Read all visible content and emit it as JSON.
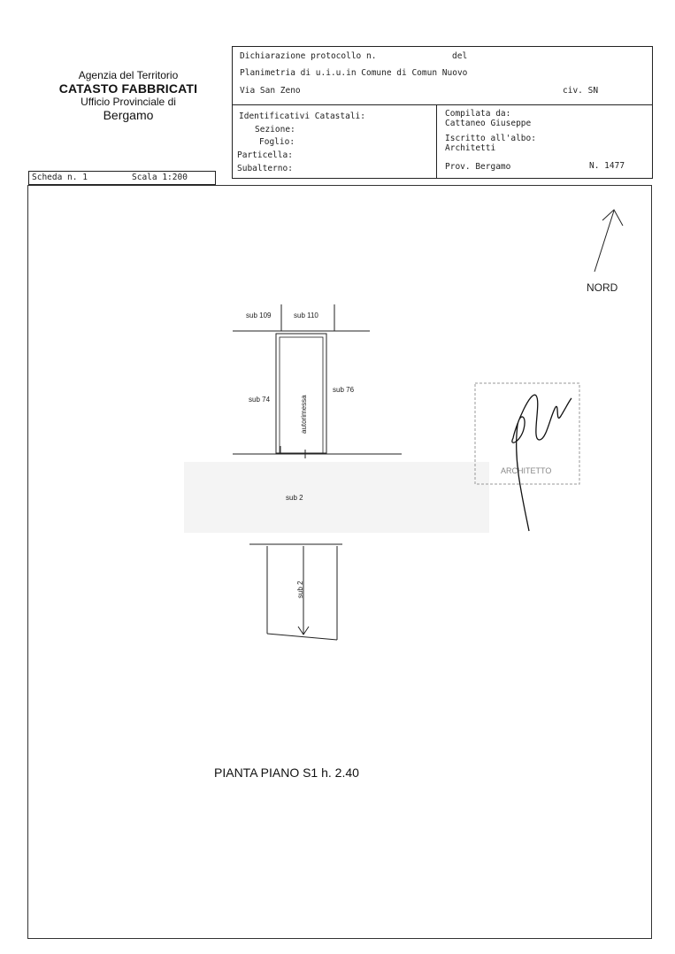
{
  "agency": {
    "line1": "Agenzia del Territorio",
    "line2": "CATASTO FABBRICATI",
    "line3": "Ufficio Provinciale di",
    "line4": "Bergamo"
  },
  "header": {
    "dichiarazione": "Dichiarazione protocollo n.",
    "del": "del",
    "planimetria": "Planimetria di u.i.u.in Comune di Comun Nuovo",
    "via": "Via San Zeno",
    "civ": "civ. SN"
  },
  "identificativi": {
    "title": "Identificativi Catastali:",
    "sezione": "Sezione:",
    "foglio": "Foglio:",
    "particella": "Particella:",
    "subalterno": "Subalterno:"
  },
  "compilata": {
    "label": "Compilata da:",
    "name": "Cattaneo Giuseppe",
    "iscritto": "Iscritto all'albo:",
    "albo": "Architetti",
    "prov": "Prov. Bergamo",
    "numero": "N. 1477"
  },
  "scheda": {
    "scheda": "Scheda n. 1",
    "scala": "Scala 1:200"
  },
  "plan": {
    "nord": "NORD",
    "sub109": "sub 109",
    "sub110": "sub 110",
    "sub74": "sub 74",
    "sub76": "sub 76",
    "autorimessa": "autorimessa",
    "sub2": "sub 2",
    "sub2_ramp": "sub 2",
    "title": "PIANTA PIANO S1 h. 2.40"
  },
  "stamp": {
    "text": "ARCHITETTO"
  }
}
